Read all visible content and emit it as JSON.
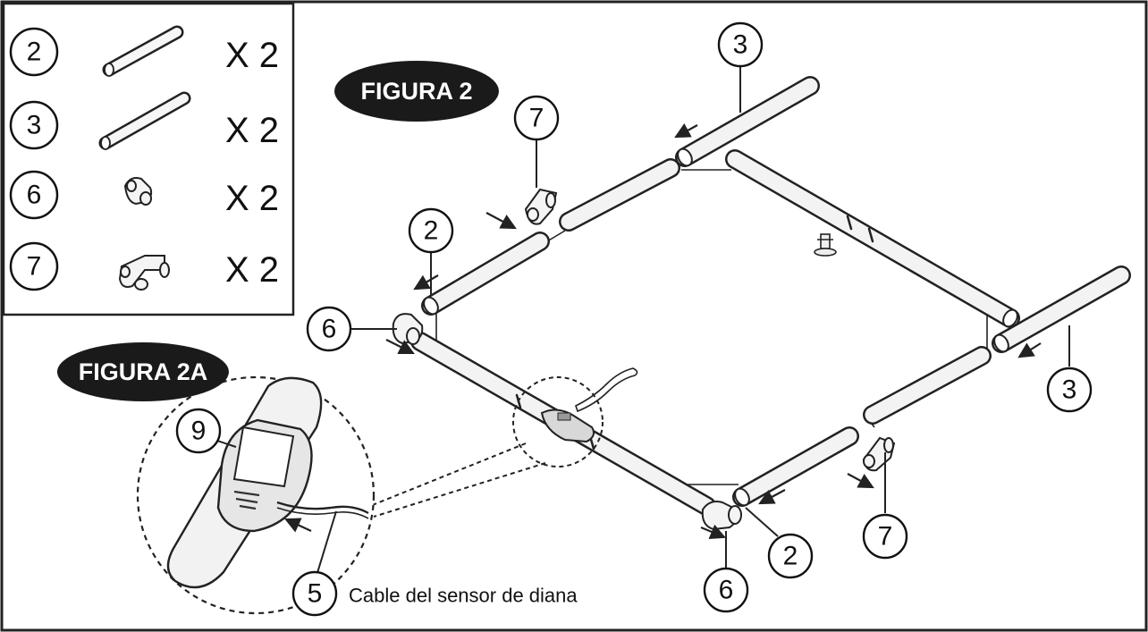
{
  "parts_legend": [
    {
      "number": "2",
      "quantity": "X 2"
    },
    {
      "number": "3",
      "quantity": "X 2"
    },
    {
      "number": "6",
      "quantity": "X 2"
    },
    {
      "number": "7",
      "quantity": "X 2"
    }
  ],
  "figure_2": {
    "title": "FIGURA 2",
    "callouts": {
      "pole_3_top": "3",
      "pole_3_right": "3",
      "connector_7_top": "7",
      "connector_7_bottom": "7",
      "pole_2_left": "2",
      "pole_2_bottom": "2",
      "elbow_6_left": "6",
      "elbow_6_bottom": "6"
    }
  },
  "figure_2a": {
    "title": "FIGURA 2A",
    "sensor_callout": "9",
    "cable_callout": "5",
    "cable_label": "Cable del sensor de diana"
  }
}
